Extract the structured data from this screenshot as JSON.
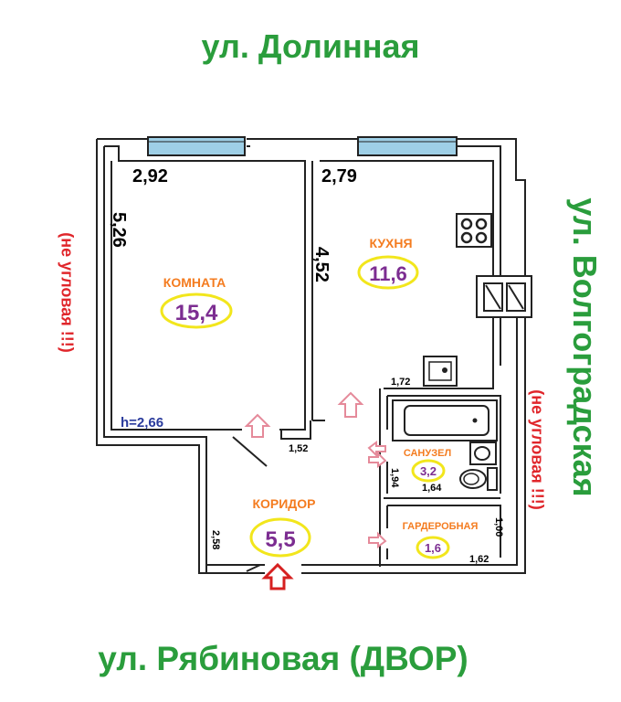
{
  "streets": {
    "top": "ул. Долинная",
    "bottom": "ул. Рябиновая (ДВОР)",
    "right": "ул. Волгоградская"
  },
  "notes": {
    "left": "(не угловая !!!)",
    "right": "(не угловая !!!)"
  },
  "rooms": {
    "room": {
      "name": "КОМНАТА",
      "area": "15,4",
      "width": "2,92",
      "length": "5,26",
      "height": "h=2,66"
    },
    "kitchen": {
      "name": "КУХНЯ",
      "area": "11,6",
      "width": "2,79",
      "length": "4,52"
    },
    "corridor": {
      "name": "КОРИДОР",
      "area": "5,5",
      "width": "2,58",
      "opening": "1,52"
    },
    "bathroom": {
      "name": "САНУЗЕЛ",
      "area": "3,2",
      "width": "1,64",
      "length": "1,94",
      "top": "1,72"
    },
    "wardrobe": {
      "name": "ГАРДЕРОБНАЯ",
      "area": "1,6",
      "width": "1,62",
      "length": "1,00"
    }
  },
  "colors": {
    "street": "#2a9d3c",
    "note": "#e0262b",
    "room_name": "#f47c20",
    "area": "#7c2d91",
    "area_ring": "#f2e61c",
    "window": "#9ecfe6",
    "height": "#2a3b9c"
  },
  "icons": [
    "stove-icon",
    "vent-icon",
    "sink-icon",
    "bathtub-icon",
    "washbasin-icon",
    "toilet-icon",
    "door-arrow-icon",
    "entrance-arrow-icon"
  ]
}
